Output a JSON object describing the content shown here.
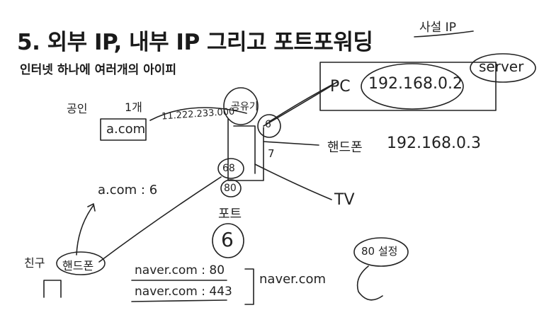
{
  "slide": {
    "title": "5. 외부 IP, 내부 IP 그리고 포트포워딩",
    "subtitle": "인터넷 하나에 여러개의 아이피"
  },
  "notes": {
    "private_ip": "사설 IP",
    "server": "server",
    "pc": "PC",
    "pc_ip": "192.168.0.2",
    "public": "공인",
    "one": "1개",
    "router_ip": "11.222.233.000",
    "router": "공유기",
    "domain_box": "a.com",
    "phone": "핸드폰",
    "phone_ip": "192.168.0.3",
    "tv": "TV",
    "port_addr": "a.com : 6",
    "port": "포트",
    "port_number": "6",
    "port_80": "80",
    "port_6_small": "6",
    "port_7": "7",
    "port_68": "68",
    "friend": "친구",
    "friend_phone": "핸드폰",
    "naver_80": "naver.com : 80",
    "naver_443": "naver.com : 443",
    "naver": "naver.com",
    "port80_setting": "80 설정"
  }
}
